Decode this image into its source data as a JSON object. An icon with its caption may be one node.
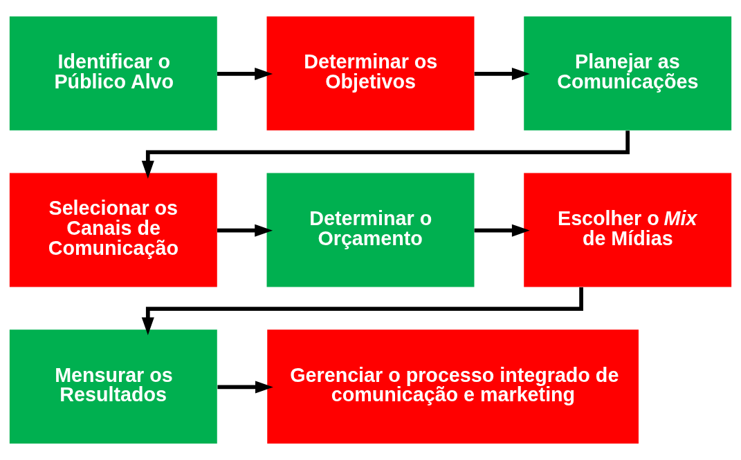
{
  "diagram": {
    "nodes": [
      {
        "text": [
          "Identificar o Público Alvo"
        ]
      },
      {
        "text": [
          "Determinar os Objetivos"
        ]
      },
      {
        "text": [
          "Planejar as Comunicações"
        ]
      },
      {
        "text": [
          "Selecionar os Canais de Comunicação"
        ]
      },
      {
        "text": [
          "Determinar o Orçamento"
        ]
      },
      {
        "text": [
          "Escolher o *Mix* de Mídias"
        ]
      },
      {
        "text": [
          "Mensurar os Resultados"
        ]
      },
      {
        "text": [
          "Gerenciar o processo integrado de comunicação e marketing"
        ]
      }
    ],
    "edges": [
      {
        "from": 0,
        "to": 1,
        "arrow": "to"
      },
      {
        "from": 1,
        "to": 2,
        "arrow": "to"
      },
      {
        "from": 2,
        "to": 3,
        "arrow": "to"
      },
      {
        "from": 3,
        "to": 4,
        "arrow": "to"
      },
      {
        "from": 4,
        "to": 5,
        "arrow": "to"
      },
      {
        "from": 5,
        "to": 6,
        "arrow": "to"
      },
      {
        "from": 6,
        "to": 7,
        "arrow": "to"
      }
    ]
  }
}
